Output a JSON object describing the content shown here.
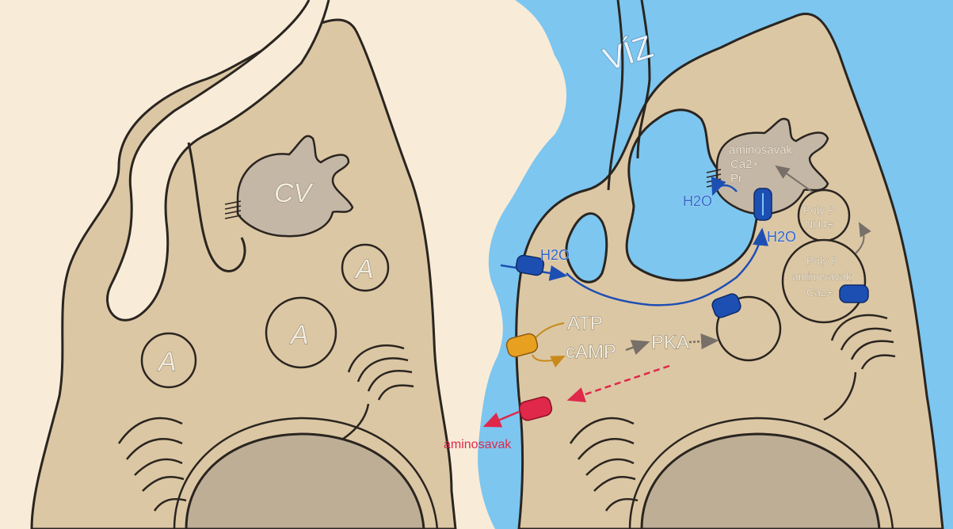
{
  "colors": {
    "background": "#f8ecd8",
    "water": "#7cc6f0",
    "cell": "#dcc7a4",
    "vacuole": "#c4b7a6",
    "nucleus": "#beae96",
    "channel_blue": "#1d4fb3",
    "adenylate_cyclase": "#e8a020",
    "amino_transporter": "#e0284a"
  },
  "left_panel": {
    "cv_label": "CV",
    "vesicle_label": "A"
  },
  "right_panel": {
    "water_label": "VÍZ",
    "h2o_inflow": "H2O",
    "h2o_vacuole": "H2O",
    "h2o_pore": "H2O",
    "vacuole_content": [
      "aminosavak",
      "Ca2+",
      "Pi"
    ],
    "poly_p_upper": [
      "Poly P",
      "NH4+"
    ],
    "poly_p_lower": [
      "Poly P",
      "aminosavak",
      "Ca2+"
    ],
    "atp": "ATP",
    "camp": "cAMP",
    "pka": "PKA",
    "amino_export": "aminosavak"
  },
  "icons": {
    "aquaporin": "blue-cylinder-icon",
    "cyclase": "orange-cylinder-icon",
    "transporter": "red-cylinder-icon"
  }
}
